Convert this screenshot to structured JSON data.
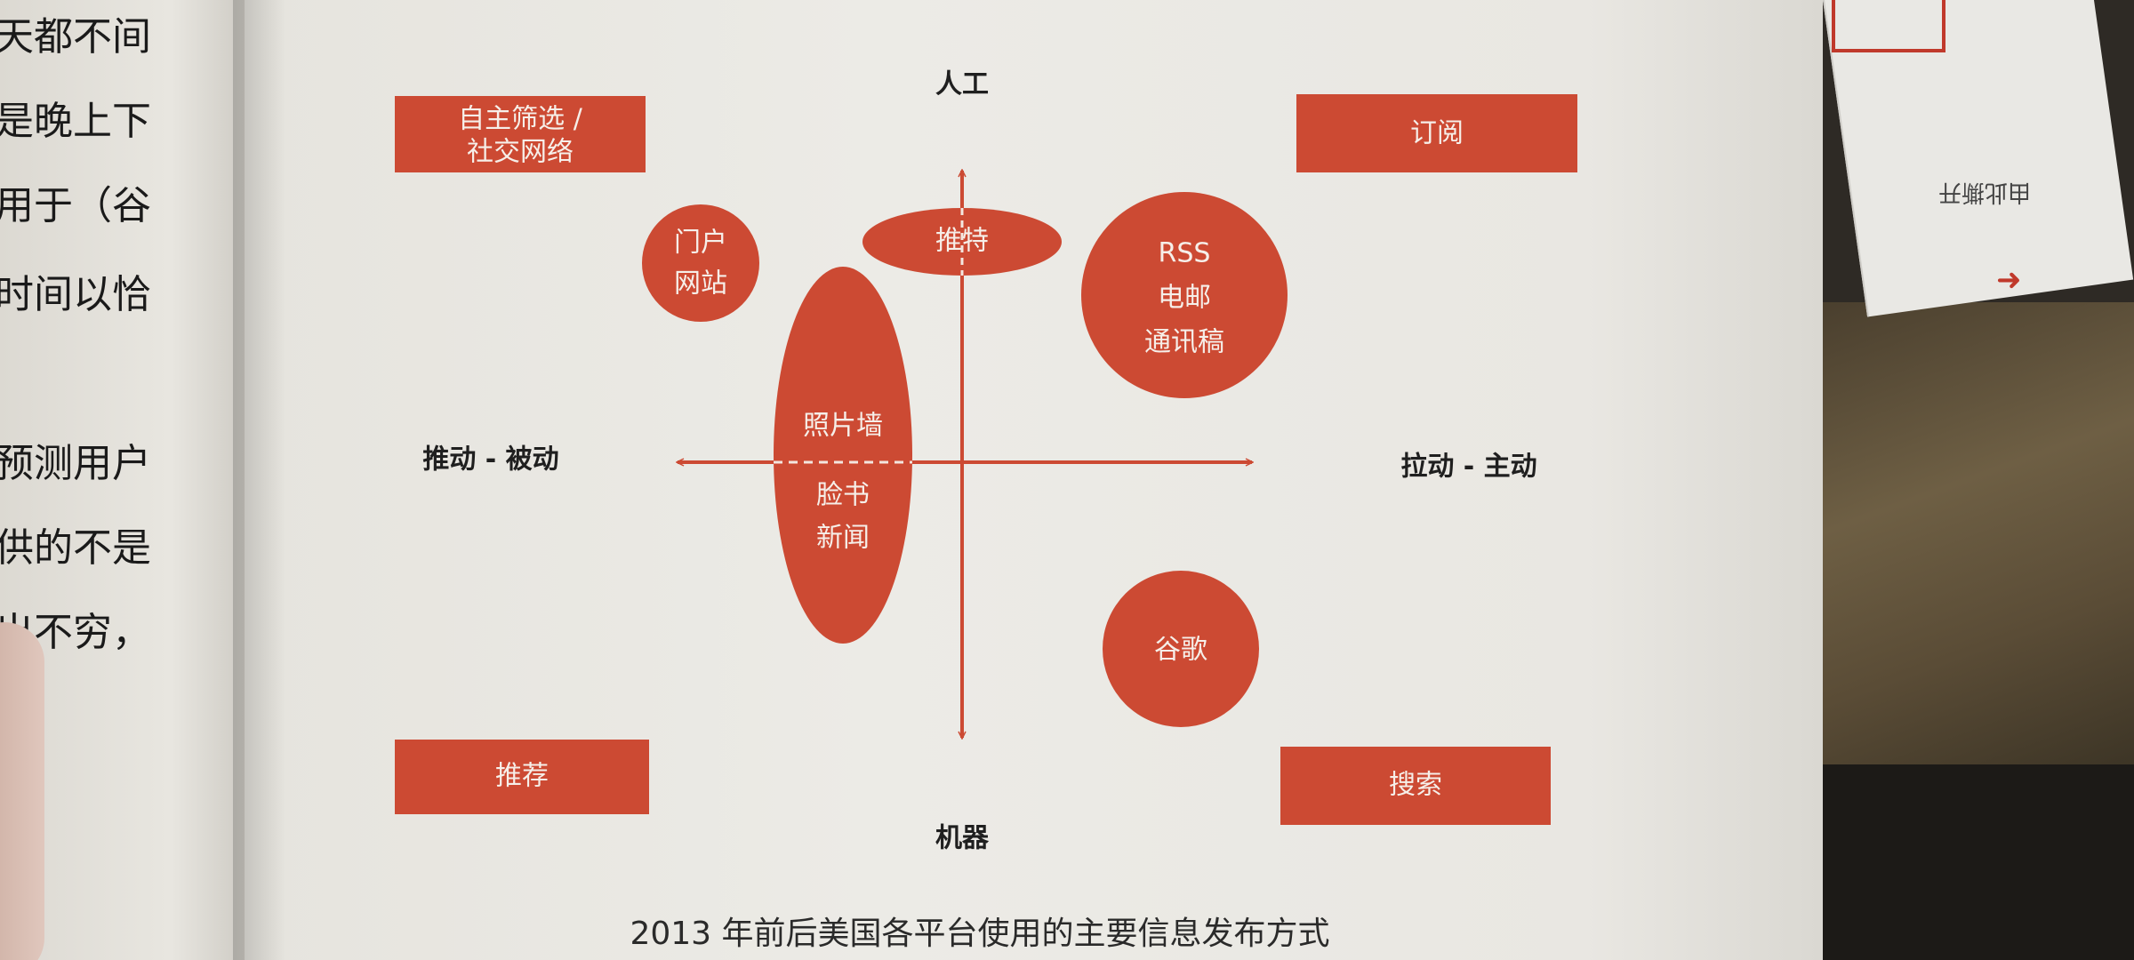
{
  "colors": {
    "accent": "#cc4a33",
    "node_text": "#f6efe9",
    "axis": "#cc4a33",
    "page": "#ebe9e4",
    "ink": "#1f1f1f"
  },
  "left_page": {
    "lines": [
      "天都不间",
      "是晚上下",
      "用于（谷",
      "时间以恰",
      "",
      "预测用户",
      "供的不是",
      "出不穷，"
    ]
  },
  "right_desk": {
    "paper_text": "由此撕开"
  },
  "diagram": {
    "axis_labels": {
      "top": "人工",
      "bottom": "机器",
      "left": "推动 - 被动",
      "right": "拉动 - 主动"
    },
    "corner_labels": {
      "top_left": [
        "自主筛选 /",
        "社交网络"
      ],
      "top_right": "订阅",
      "bottom_left": "推荐",
      "bottom_right": "搜索"
    },
    "nodes": {
      "portal": [
        "门户",
        "网站"
      ],
      "twitter": "推特",
      "rss": [
        "RSS",
        "电邮",
        "通讯稿"
      ],
      "facebook_top": "照片墙",
      "facebook_bottom": [
        "脸书",
        "新闻"
      ],
      "google": "谷歌"
    },
    "caption": "2013 年前后美国各平台使用的主要信息发布方式"
  }
}
